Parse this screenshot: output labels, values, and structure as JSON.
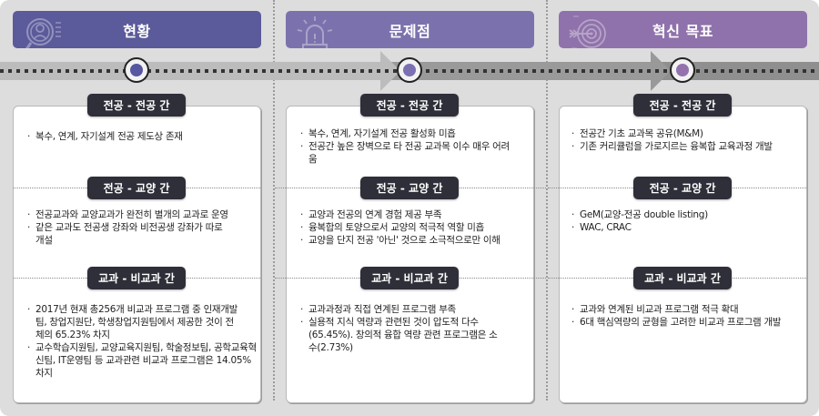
{
  "colors": {
    "background": "#dddddd",
    "header_col1": "#5b5a9a",
    "header_col2": "#7b72ad",
    "header_col3": "#8f72ab",
    "pill": "#2f2f3a",
    "node_col1": "#5657a0",
    "node_col2": "#7c70b3",
    "node_col3": "#9372ad"
  },
  "columns": [
    {
      "title": "현황",
      "icon": "person-search-icon",
      "sections": [
        {
          "label": "전공 - 전공 간",
          "items": [
            "복수, 연계, 자기설계 전공 제도상 존재"
          ]
        },
        {
          "label": "전공 - 교양 간",
          "items": [
            "전공교과와 교양교과가 완전히 별개의 교과로 운영",
            "같은 교과도 전공생 강좌와 비전공생 강좌가 따로 개설"
          ]
        },
        {
          "label": "교과 - 비교과 간",
          "items": [
            "2017년 현재 총256개 비교과 프로그램 중 인재개발팀, 창업지원단, 학생창업지원팀에서 제공한 것이 전체의 65.23% 차지",
            "교수학습지원팀, 교양교육지원팀, 학술정보팀, 공학교육혁신팀, IT운영팀 등 교과관련 비교과 프로그램은 14.05% 차지"
          ]
        }
      ]
    },
    {
      "title": "문제점",
      "icon": "alarm-siren-icon",
      "sections": [
        {
          "label": "전공 - 전공 간",
          "items": [
            "복수, 연계, 자기설계 전공 활성화 미흡",
            "전공간 높은 장벽으로 타 전공 교과목 이수 매우 어려움"
          ]
        },
        {
          "label": "전공 - 교양 간",
          "items": [
            "교양과 전공의 연계 경험 제공 부족",
            "융복합의 토양으로서 교양의 적극적 역할 미흡",
            "교양을 단지 전공 '아닌' 것으로 소극적으로만 이해"
          ]
        },
        {
          "label": "교과 - 비교과 간",
          "items": [
            "교과과정과 직접 연계된 프로그램 부족",
            "실용적 지식 역량과 관련된 것이 압도적 다수 (65.45%). 창의적 융합 역량 관련 프로그램은 소수(2.73%)"
          ]
        }
      ]
    },
    {
      "title": "혁신 목표",
      "icon": "target-arrow-icon",
      "sections": [
        {
          "label": "전공 - 전공 간",
          "items": [
            "전공간 기초 교과목 공유(M&M)",
            "기존 커리큘럼을 가로지르는 융복합 교육과정 개발"
          ]
        },
        {
          "label": "전공 - 교양 간",
          "items": [
            "GeM(교양-전공 double listing)",
            "WAC, CRAC"
          ]
        },
        {
          "label": "교과 - 비교과 간",
          "items": [
            "교과와 연계된 비교과 프로그램 적극 확대",
            "6대 핵심역량의 균형을 고려한 비교과 프로그램 개발"
          ]
        }
      ]
    }
  ]
}
